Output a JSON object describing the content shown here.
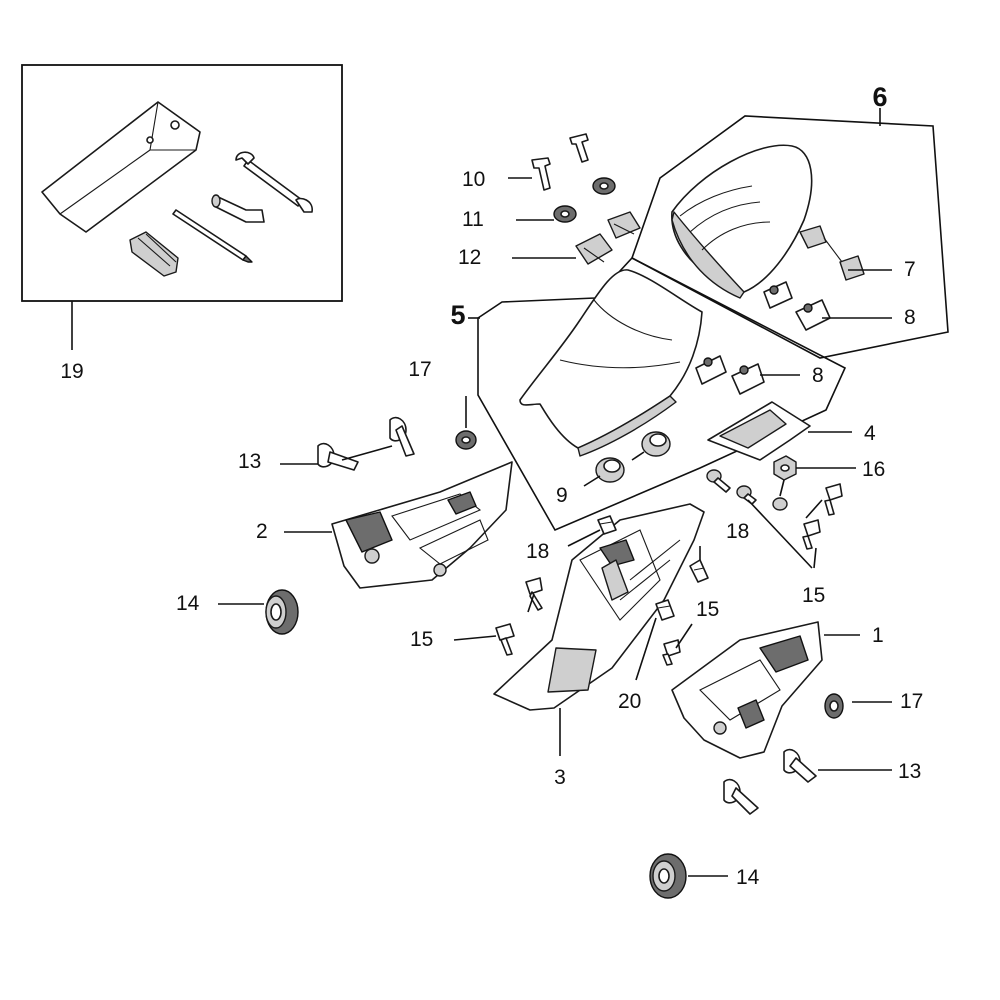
{
  "labels": {
    "l1": "1",
    "l2": "2",
    "l3": "3",
    "l4": "4",
    "l5": "5",
    "l6": "6",
    "l7": "7",
    "l8a": "8",
    "l8b": "8",
    "l9": "9",
    "l10": "10",
    "l11": "11",
    "l12": "12",
    "l13a": "13",
    "l13b": "13",
    "l14a": "14",
    "l14b": "14",
    "l15a": "15",
    "l15b": "15",
    "l15c": "15",
    "l16": "16",
    "l17a": "17",
    "l17b": "17",
    "l18a": "18",
    "l18b": "18",
    "l19": "19",
    "l20": "20"
  }
}
